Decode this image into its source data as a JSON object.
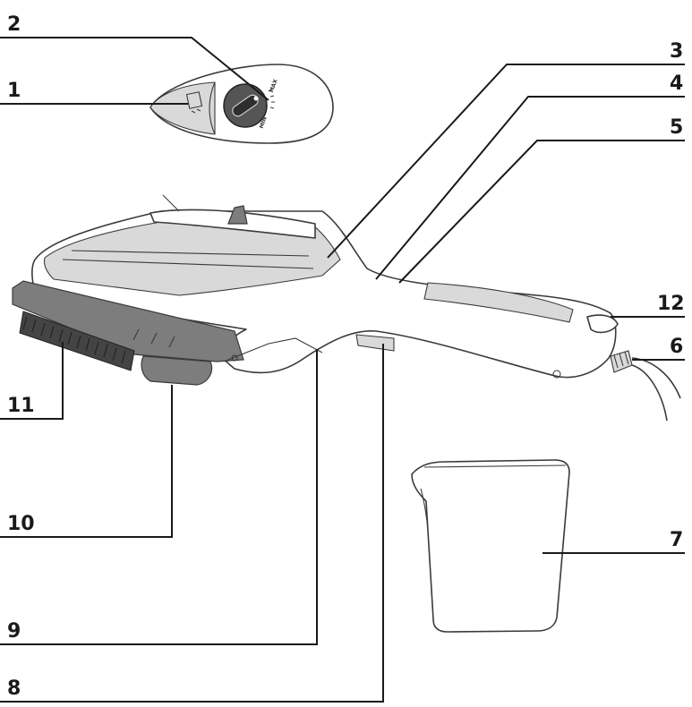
{
  "callouts": [
    {
      "id": "1",
      "text": "1"
    },
    {
      "id": "2",
      "text": "2"
    },
    {
      "id": "3",
      "text": "3"
    },
    {
      "id": "4",
      "text": "4"
    },
    {
      "id": "5",
      "text": "5"
    },
    {
      "id": "6",
      "text": "6"
    },
    {
      "id": "7",
      "text": "7"
    },
    {
      "id": "8",
      "text": "8"
    },
    {
      "id": "9",
      "text": "9"
    },
    {
      "id": "10",
      "text": "10"
    },
    {
      "id": "11",
      "text": "11"
    },
    {
      "id": "12",
      "text": "12"
    }
  ],
  "dial": {
    "min_label": "MIN",
    "max_label": "MAX"
  }
}
